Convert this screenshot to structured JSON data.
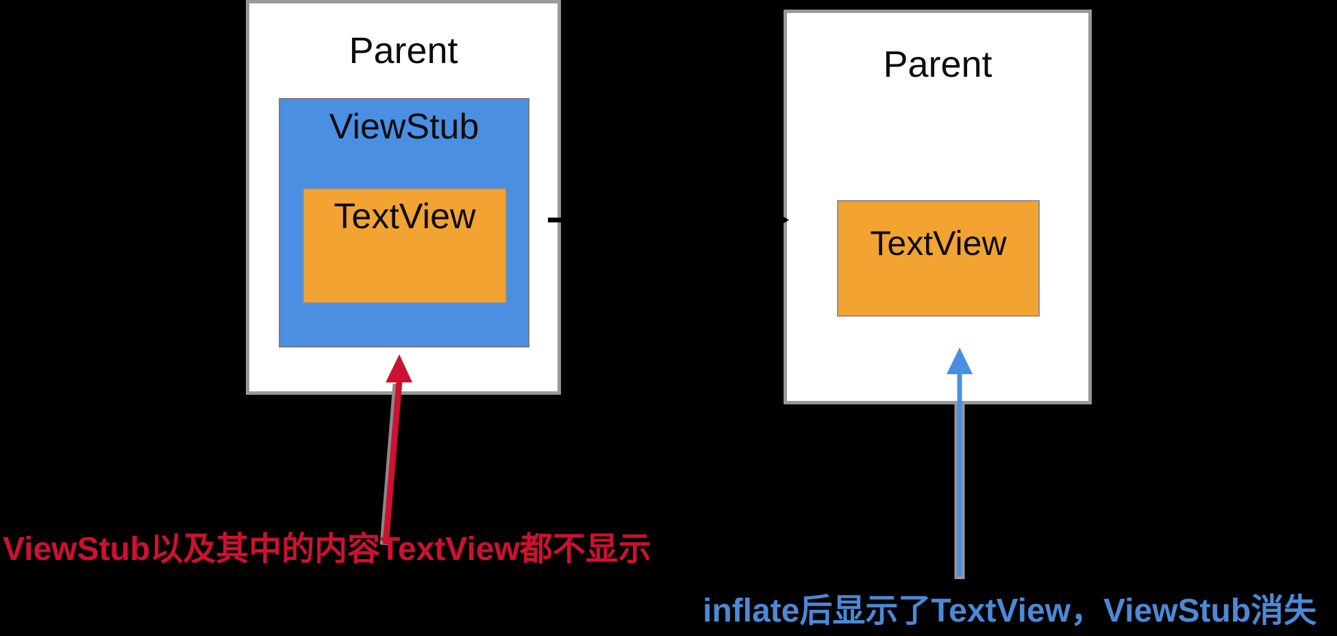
{
  "left_diagram": {
    "parent_label": "Parent",
    "viewstub_label": "ViewStub",
    "textview_label": "TextView"
  },
  "right_diagram": {
    "parent_label": "Parent",
    "textview_label": "TextView"
  },
  "captions": {
    "left": "ViewStub以及其中的内容TextView都不显示",
    "right": "inflate后显示了TextView，ViewStub消失"
  },
  "icons": {
    "left_arrow": "red-up-arrow",
    "right_arrow": "blue-up-arrow",
    "middle_arrow": "black-right-arrow"
  },
  "colors": {
    "background": "#000000",
    "panel_fill": "#ffffff",
    "panel_border": "#999999",
    "viewstub_blue": "#4a8fe2",
    "textview_orange": "#f2a331",
    "red_accent": "#ce1130",
    "blue_accent": "#4c89d6",
    "arrow_casing_gray": "#979797"
  }
}
